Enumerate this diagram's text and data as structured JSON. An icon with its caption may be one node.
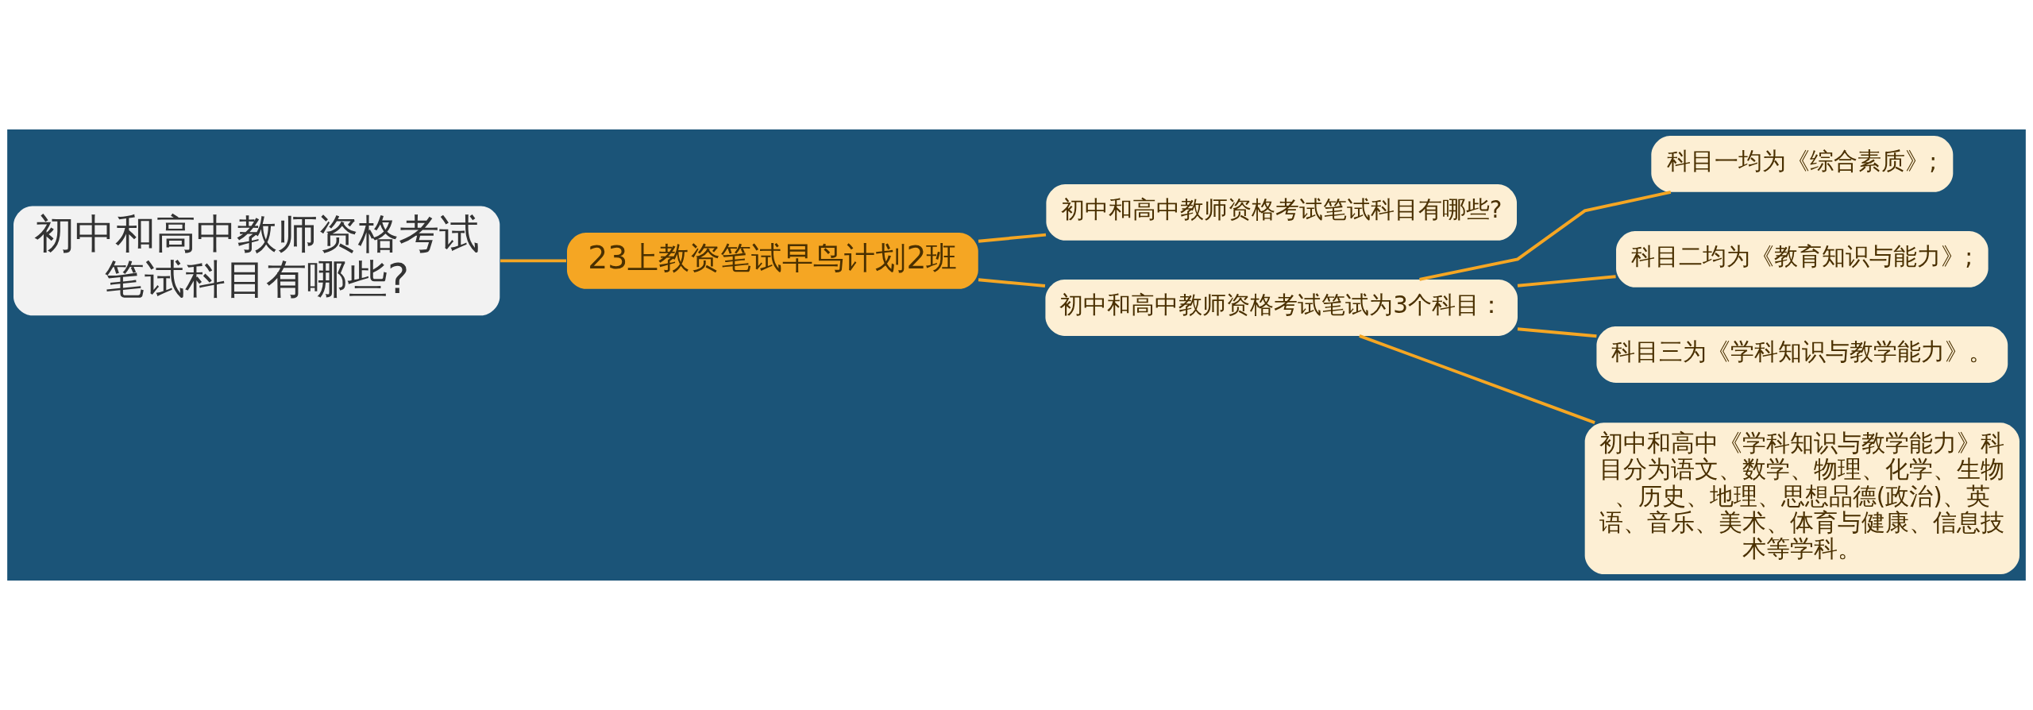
{
  "diagram": {
    "nodes": [
      {
        "text": [
          "初中和高中教师资格考试笔试科目有哪些?"
        ]
      },
      {
        "text": [
          "23上教资笔试早鸟计划2班"
        ]
      },
      {
        "text": [
          "初中和高中教师资格考试笔试科目有哪些?"
        ]
      },
      {
        "text": [
          "初中和高中教师资格考试笔试为3个科目："
        ]
      },
      {
        "text": [
          "科目一均为《综合素质》;"
        ]
      },
      {
        "text": [
          "科目二均为《教育知识与能力》;"
        ]
      },
      {
        "text": [
          "科目三为《学科知识与教学能力》。"
        ]
      },
      {
        "text": [
          "初中和高中《学科知识与教学能力》科目分为语文、数学、物理、化学、生物、历史、地理、思想品德(政治)、英语、音乐、美术、体育与健康、信息技术等学科。"
        ]
      }
    ],
    "edges": [
      {
        "from": 0,
        "to": 1,
        "arrow": "none"
      },
      {
        "from": 1,
        "to": 2,
        "arrow": "none"
      },
      {
        "from": 1,
        "to": 3,
        "arrow": "none"
      },
      {
        "from": 3,
        "to": 4,
        "arrow": "none"
      },
      {
        "from": 3,
        "to": 5,
        "arrow": "none"
      },
      {
        "from": 3,
        "to": 6,
        "arrow": "none"
      },
      {
        "from": 3,
        "to": 7,
        "arrow": "none"
      }
    ]
  }
}
